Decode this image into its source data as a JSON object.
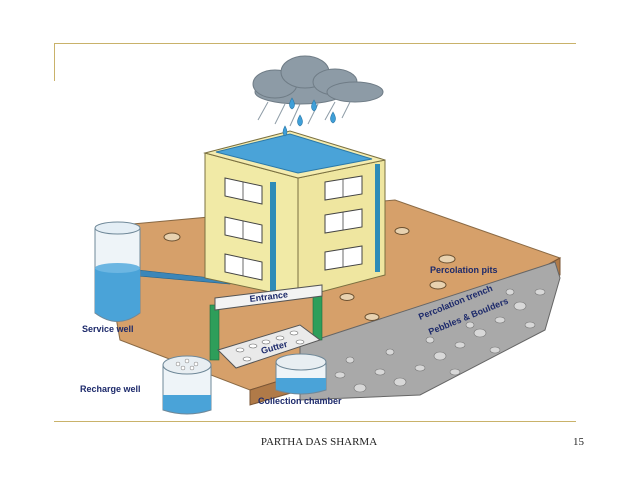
{
  "diagram": {
    "labels": {
      "service_well": "Service well",
      "recharge_well": "Recharge well",
      "collection_chamber": "Collection chamber",
      "entrance": "Entrance",
      "gutter": "Gutter",
      "percolation_pits": "Percolation pits",
      "percolation_trench": "Percolation trench",
      "pebbles_boulders": "Pebbles & Boulders"
    },
    "colors": {
      "ground": "#d6a06a",
      "building_wall": "#f1eaa6",
      "water": "#4aa3d8",
      "cloud": "#8d9ba6",
      "pipe": "#2e8bb7",
      "green_post": "#2e9e5a"
    }
  },
  "footer": {
    "author": "PARTHA DAS SHARMA",
    "page_number": "15"
  }
}
